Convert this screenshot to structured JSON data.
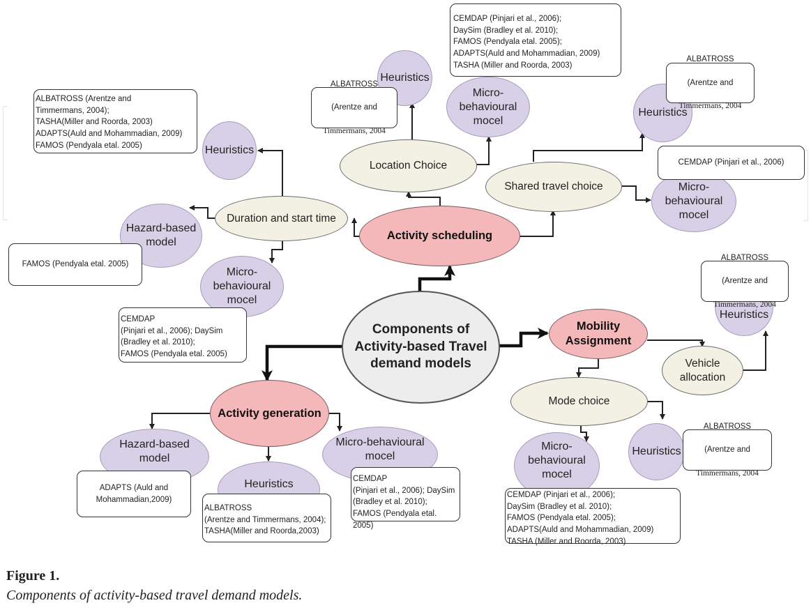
{
  "figure": {
    "label": "Figure 1.",
    "caption": "Components of activity-based travel demand models."
  },
  "colors": {
    "category_fill": "#f5b8ba",
    "choice_fill": "#f3f1e4",
    "method_fill": "#d8d0e6",
    "center_fill": "#ededed"
  },
  "center": {
    "lines": [
      "Components of",
      "Activity-based Travel",
      "demand models"
    ]
  },
  "categories": {
    "scheduling": "Activity scheduling",
    "mobility": [
      "Mobility",
      "Assignment"
    ],
    "generation": "Activity generation"
  },
  "choices": {
    "location": "Location Choice",
    "shared": "Shared travel choice",
    "duration": "Duration and start time",
    "vehicle": [
      "Vehicle",
      "allocation"
    ],
    "mode": "Mode choice"
  },
  "methods": {
    "heuristics": "Heuristics",
    "micro": [
      "Micro-",
      "behavioural",
      "mocel"
    ],
    "micro_single": [
      "Micro-behavioural",
      "mocel"
    ],
    "hazard": [
      "Hazard-based",
      "model"
    ]
  },
  "refs": {
    "loc_micro": "CEMDAP (Pinjari et al., 2006);\nDaySim (Bradley et al. 2010);\n FAMOS (Pendyala etal. 2005);\nADAPTS(Auld and Mohammadian, 2009)\nTASHA (Miller and Roorda, 2003)",
    "loc_heur": [
      "ALBATROSS",
      "(Arentze and",
      "Timmermans, 2004"
    ],
    "shared_heur": [
      "ALBATROSS",
      "(Arentze and",
      "Timmermans, 2004"
    ],
    "shared_micro": "CEMDAP (Pinjari et al., 2006)",
    "dur_heur": "ALBATROSS (Arentze and\nTimmermans, 2004);\nTASHA(Miller and Roorda, 2003)\nADAPTS(Auld and Mohammadian, 2009)\nFAMOS (Pendyala etal. 2005)",
    "dur_hazard": "FAMOS (Pendyala etal. 2005)",
    "dur_micro": "CEMDAP\n(Pinjari et al., 2006); DaySim\n(Bradley et al. 2010);\n FAMOS (Pendyala etal. 2005)",
    "veh_heur": [
      "ALBATROSS",
      "(Arentze and",
      "Timmermans, 2004"
    ],
    "mode_heur": [
      "ALBATROSS",
      "(Arentze and",
      "Timmermans, 2004"
    ],
    "mode_micro": "CEMDAP (Pinjari et al., 2006);\nDaySim (Bradley et al. 2010);\n FAMOS (Pendyala etal. 2005);\nADAPTS(Auld and Mohammadian, 2009)\nTASHA (Miller and Roorda, 2003)",
    "gen_hazard": "ADAPTS (Auld and\nMohammadian,2009)",
    "gen_heur": "ALBATROSS\n(Arentze and Timmermans, 2004);\nTASHA(Miller and Roorda,2003)",
    "gen_micro": "CEMDAP\n(Pinjari et al., 2006); DaySim\n(Bradley et al. 2010);\n FAMOS (Pendyala etal. 2005)"
  }
}
